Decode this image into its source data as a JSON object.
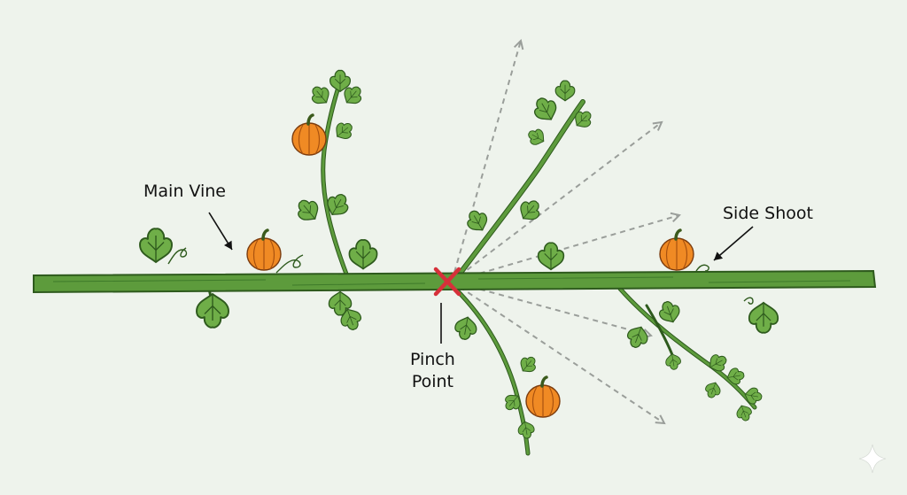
{
  "labels": {
    "main_vine": "Main Vine",
    "side_shoot": "Side Shoot",
    "pinch_point_line1": "Pinch",
    "pinch_point_line2": "Point"
  },
  "colors": {
    "background": "#eef3ec",
    "vine_green": "#5d9b3c",
    "vine_outline": "#2e5a1d",
    "leaf_green": "#6fae48",
    "pumpkin_orange": "#f08a24",
    "pinch_mark_red": "#d6303a",
    "growth_arrow_gray": "#9a9e9a"
  },
  "icons": {
    "pinch_mark": "x-mark-icon",
    "growth_arrows": "dashed-arrow-icon",
    "fruit": "pumpkin-icon",
    "foliage": "leaf-icon",
    "tendril": "tendril-icon",
    "corner_mark": "sparkle-icon"
  }
}
